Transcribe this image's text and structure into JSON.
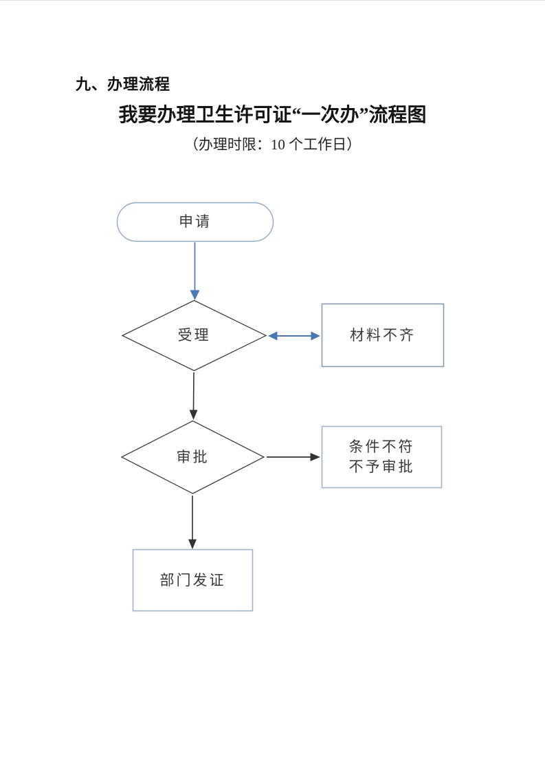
{
  "page": {
    "heading": "九、办理流程",
    "title": "我要办理卫生许可证“一次办”流程图",
    "subtitle": "（办理时限：10 个工作日）"
  },
  "flowchart": {
    "nodes": {
      "apply": {
        "label": "申请",
        "shape": "stadium"
      },
      "accept": {
        "label": "受理",
        "shape": "diamond"
      },
      "materials": {
        "label": "材料不齐",
        "shape": "rect"
      },
      "approve": {
        "label": "审批",
        "shape": "diamond"
      },
      "reject": {
        "line1": "条件不符",
        "line2": "不予审批",
        "shape": "rect"
      },
      "issue": {
        "label": "部门发证",
        "shape": "rect"
      }
    },
    "edges": [
      {
        "from": "apply",
        "to": "accept",
        "direction": "down",
        "color": "blue"
      },
      {
        "from": "accept",
        "to": "materials",
        "direction": "both",
        "color": "blue"
      },
      {
        "from": "accept",
        "to": "approve",
        "direction": "down",
        "color": "black"
      },
      {
        "from": "approve",
        "to": "reject",
        "direction": "right",
        "color": "black"
      },
      {
        "from": "approve",
        "to": "issue",
        "direction": "down",
        "color": "black"
      }
    ],
    "colors": {
      "blue_arrow": "#4a78b4",
      "black_arrow": "#333333",
      "stadium_border": "#8fa9c7",
      "diamond_border": "#3f3f3f",
      "rect_border_dark": "#879cae",
      "rect_border_light": "#9fb4c4",
      "label_text": "#3a3a3a",
      "shape_fill": "#ffffff"
    }
  }
}
